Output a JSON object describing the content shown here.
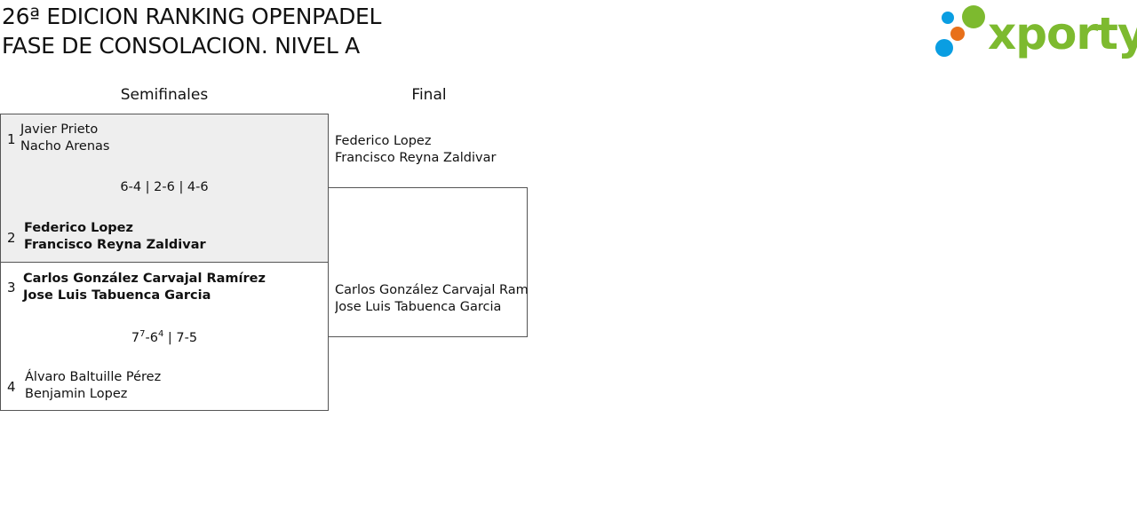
{
  "header": {
    "line1": "26ª EDICION RANKING OPENPADEL",
    "line2": "FASE DE CONSOLACION. NIVEL A"
  },
  "logo": {
    "word": "xporty",
    "colors": {
      "green": "#7dba2f",
      "blue": "#0a9ee2",
      "orange": "#e8701a"
    }
  },
  "rounds": {
    "semis": "Semifinales",
    "final": "Final"
  },
  "semifinals": [
    {
      "seed_a": "1",
      "team_a": [
        "Javier Prieto",
        "Nacho Arenas"
      ],
      "seed_b": "2",
      "team_b": [
        "Federico Lopez",
        "Francisco Reyna Zaldivar"
      ],
      "winner": "b",
      "score": "6-4 | 2-6 | 4-6"
    },
    {
      "seed_a": "3",
      "team_a": [
        "Carlos González Carvajal Ramírez",
        "Jose Luis Tabuenca Garcia"
      ],
      "seed_b": "4",
      "team_b": [
        "Álvaro Baltuille Pérez",
        "Benjamin Lopez"
      ],
      "winner": "a",
      "score_parts": {
        "s1_a": "7",
        "s1_a_tb": "7",
        "sep1": "-",
        "s1_b": "6",
        "s1_b_tb": "4",
        "rest": " | 7-5"
      }
    }
  ],
  "final": {
    "team_top": [
      "Federico Lopez",
      "Francisco Reyna Zaldivar"
    ],
    "team_bottom": [
      "Carlos González Carvajal Ramírez",
      "Jose Luis Tabuenca Garcia"
    ]
  }
}
